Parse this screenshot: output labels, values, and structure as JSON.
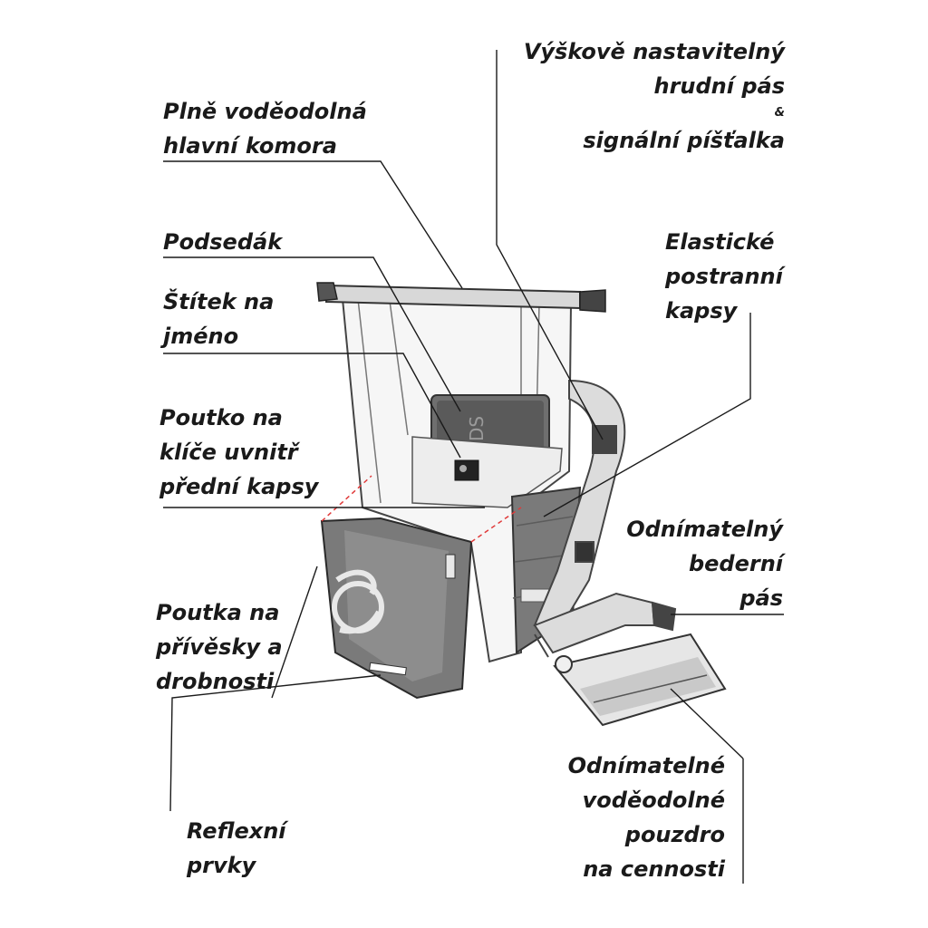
{
  "callouts": {
    "main_chamber": [
      "Plně voděodolná",
      "hlavní komora"
    ],
    "seat_pad": "Podsedák",
    "name_tag": [
      "Štítek na",
      "jméno"
    ],
    "key_loop": [
      "Poutko na",
      "klíče uvnitř",
      "přední kapsy"
    ],
    "charm_loops": [
      "Poutka na",
      "přívěsky a",
      "drobnosti"
    ],
    "reflective": [
      "Reflexní",
      "prvky"
    ],
    "chest_strap": [
      "Výškově nastavitelný",
      "hrudní pás",
      "&",
      "signální píšťalka"
    ],
    "side_pockets": [
      "Elastické",
      "postranní",
      "kapsy"
    ],
    "hip_belt": [
      "Odnímatelný",
      "bederní",
      "pás"
    ],
    "pouch": [
      "Odnímatelné",
      "voděodolné",
      "pouzdro",
      "na cennosti"
    ]
  },
  "product": {
    "tablet_text": "DS"
  },
  "colors": {
    "ink": "#1a1a1a",
    "bag_light": "#f4f4f4",
    "panel_dark": "#8a8a8a",
    "panel_darker": "#6e6e6e",
    "dash_red": "#e03a3a"
  }
}
